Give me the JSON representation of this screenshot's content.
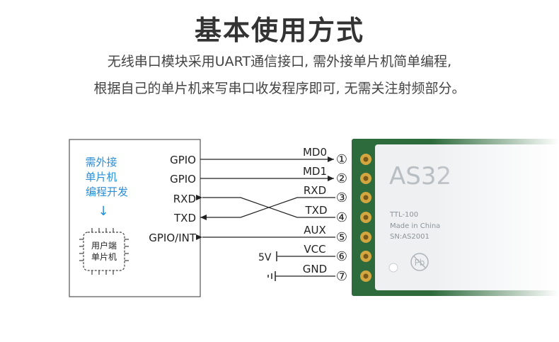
{
  "heading": {
    "title": "基本使用方式",
    "line1": "无线串口模块采用UART通信接口, 需外接单片机简单编程,",
    "line2": "根据自己的单片机来写串口收发程序即可, 无需关注射频部分。"
  },
  "host": {
    "dev_line1": "需外接",
    "dev_line2": "单片机",
    "dev_line3": "编程开发",
    "arrow": "↓",
    "chip_line1": "用户端",
    "chip_line2": "单片机",
    "pins": [
      "GPIO",
      "GPIO",
      "RXD",
      "TXD",
      "GPIO/INT"
    ]
  },
  "signals": [
    "MD0",
    "MD1",
    "RXD",
    "TXD",
    "AUX",
    "VCC",
    "GND"
  ],
  "pin_numbers": [
    "①",
    "②",
    "③",
    "④",
    "⑤",
    "⑥",
    "⑦"
  ],
  "power_label": "5V",
  "module": {
    "model": "AS32",
    "line1": "TTL-100",
    "line2": "Made in China",
    "line3": "SN:AS2001",
    "pcb_color": "#2e6b3c",
    "shield_color": "#eef0f2",
    "pad_color": "#d4a640"
  },
  "accent_color": "#2a8fd8"
}
